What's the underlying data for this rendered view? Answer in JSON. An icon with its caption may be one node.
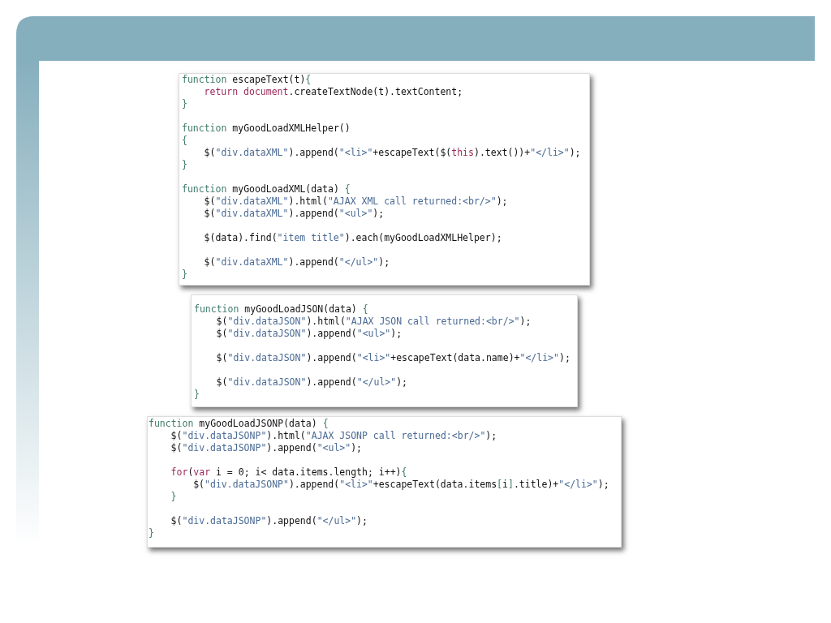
{
  "diagram": {
    "nodes": [
      {
        "text": [
          "function escapeText(t){",
          "return document.createTextNode(t).textContent;",
          "}",
          "function myGoodLoadXMLHelper()",
          "{",
          "$(\"div.dataXML\").append(\"<li>\"+escapeText($(this).text())+\"</li>\");",
          "}",
          "function myGoodLoadXML(data) {",
          "$(\"div.dataXML\").html(\"AJAX XML call returned:<br/>\");",
          "$(\"div.dataXML\").append(\"<ul>\");",
          "$(data).find(\"item title\").each(myGoodLoadXMLHelper);",
          "$(\"div.dataXML\").append(\"</ul>\");",
          "}"
        ]
      },
      {
        "text": [
          "function myGoodLoadJSON(data) {",
          "$(\"div.dataJSON\").html(\"AJAX JSON call returned:<br/>\");",
          "$(\"div.dataJSON\").append(\"<ul>\");",
          "$(\"div.dataJSON\").append(\"<li>\"+escapeText(data.name)+\"</li>\");",
          "$(\"div.dataJSON\").append(\"</ul>\");",
          "}"
        ]
      },
      {
        "text": [
          "function myGoodLoadJSONP(data) {",
          "$(\"div.dataJSONP\").html(\"AJAX JSONP call returned:<br/>\");",
          "$(\"div.dataJSONP\").append(\"<ul>\");",
          "for(var i = 0; i< data.items.length; i++){",
          "$(\"div.dataJSONP\").append(\"<li>\"+escapeText(data.items[i].title)+\"</li>\");",
          "}",
          "$(\"div.dataJSONP\").append(\"</ul>\");",
          "}"
        ]
      }
    ]
  }
}
